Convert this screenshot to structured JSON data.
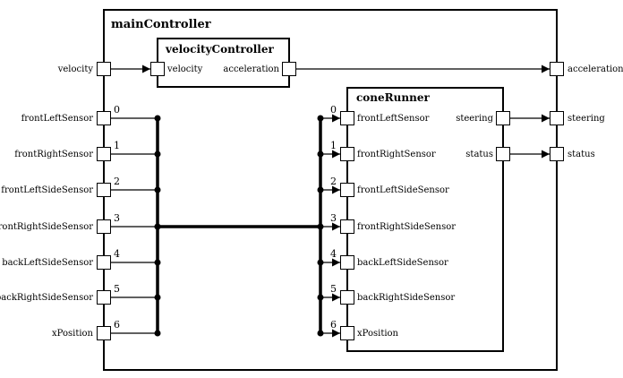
{
  "main": {
    "title": "mainController",
    "inputs": [
      "velocity",
      "frontLeftSensor",
      "frontRightSensor",
      "frontLeftSideSensor",
      "frontRightSideSensor",
      "backLeftSideSensor",
      "backRightSideSensor",
      "xPosition"
    ],
    "indices": [
      "0",
      "1",
      "2",
      "3",
      "4",
      "5",
      "6"
    ],
    "outputs": [
      "acceleration",
      "steering",
      "status"
    ]
  },
  "velocityController": {
    "title": "velocityController",
    "input": "velocity",
    "output": "acceleration"
  },
  "coneRunner": {
    "title": "coneRunner",
    "inputs": [
      "frontLeftSensor",
      "frontRightSensor",
      "frontLeftSideSensor",
      "frontRightSideSensor",
      "backLeftSideSensor",
      "backRightSideSensor",
      "xPosition"
    ],
    "indices": [
      "0",
      "1",
      "2",
      "3",
      "4",
      "5",
      "6"
    ],
    "outputs": [
      "steering",
      "status"
    ]
  }
}
